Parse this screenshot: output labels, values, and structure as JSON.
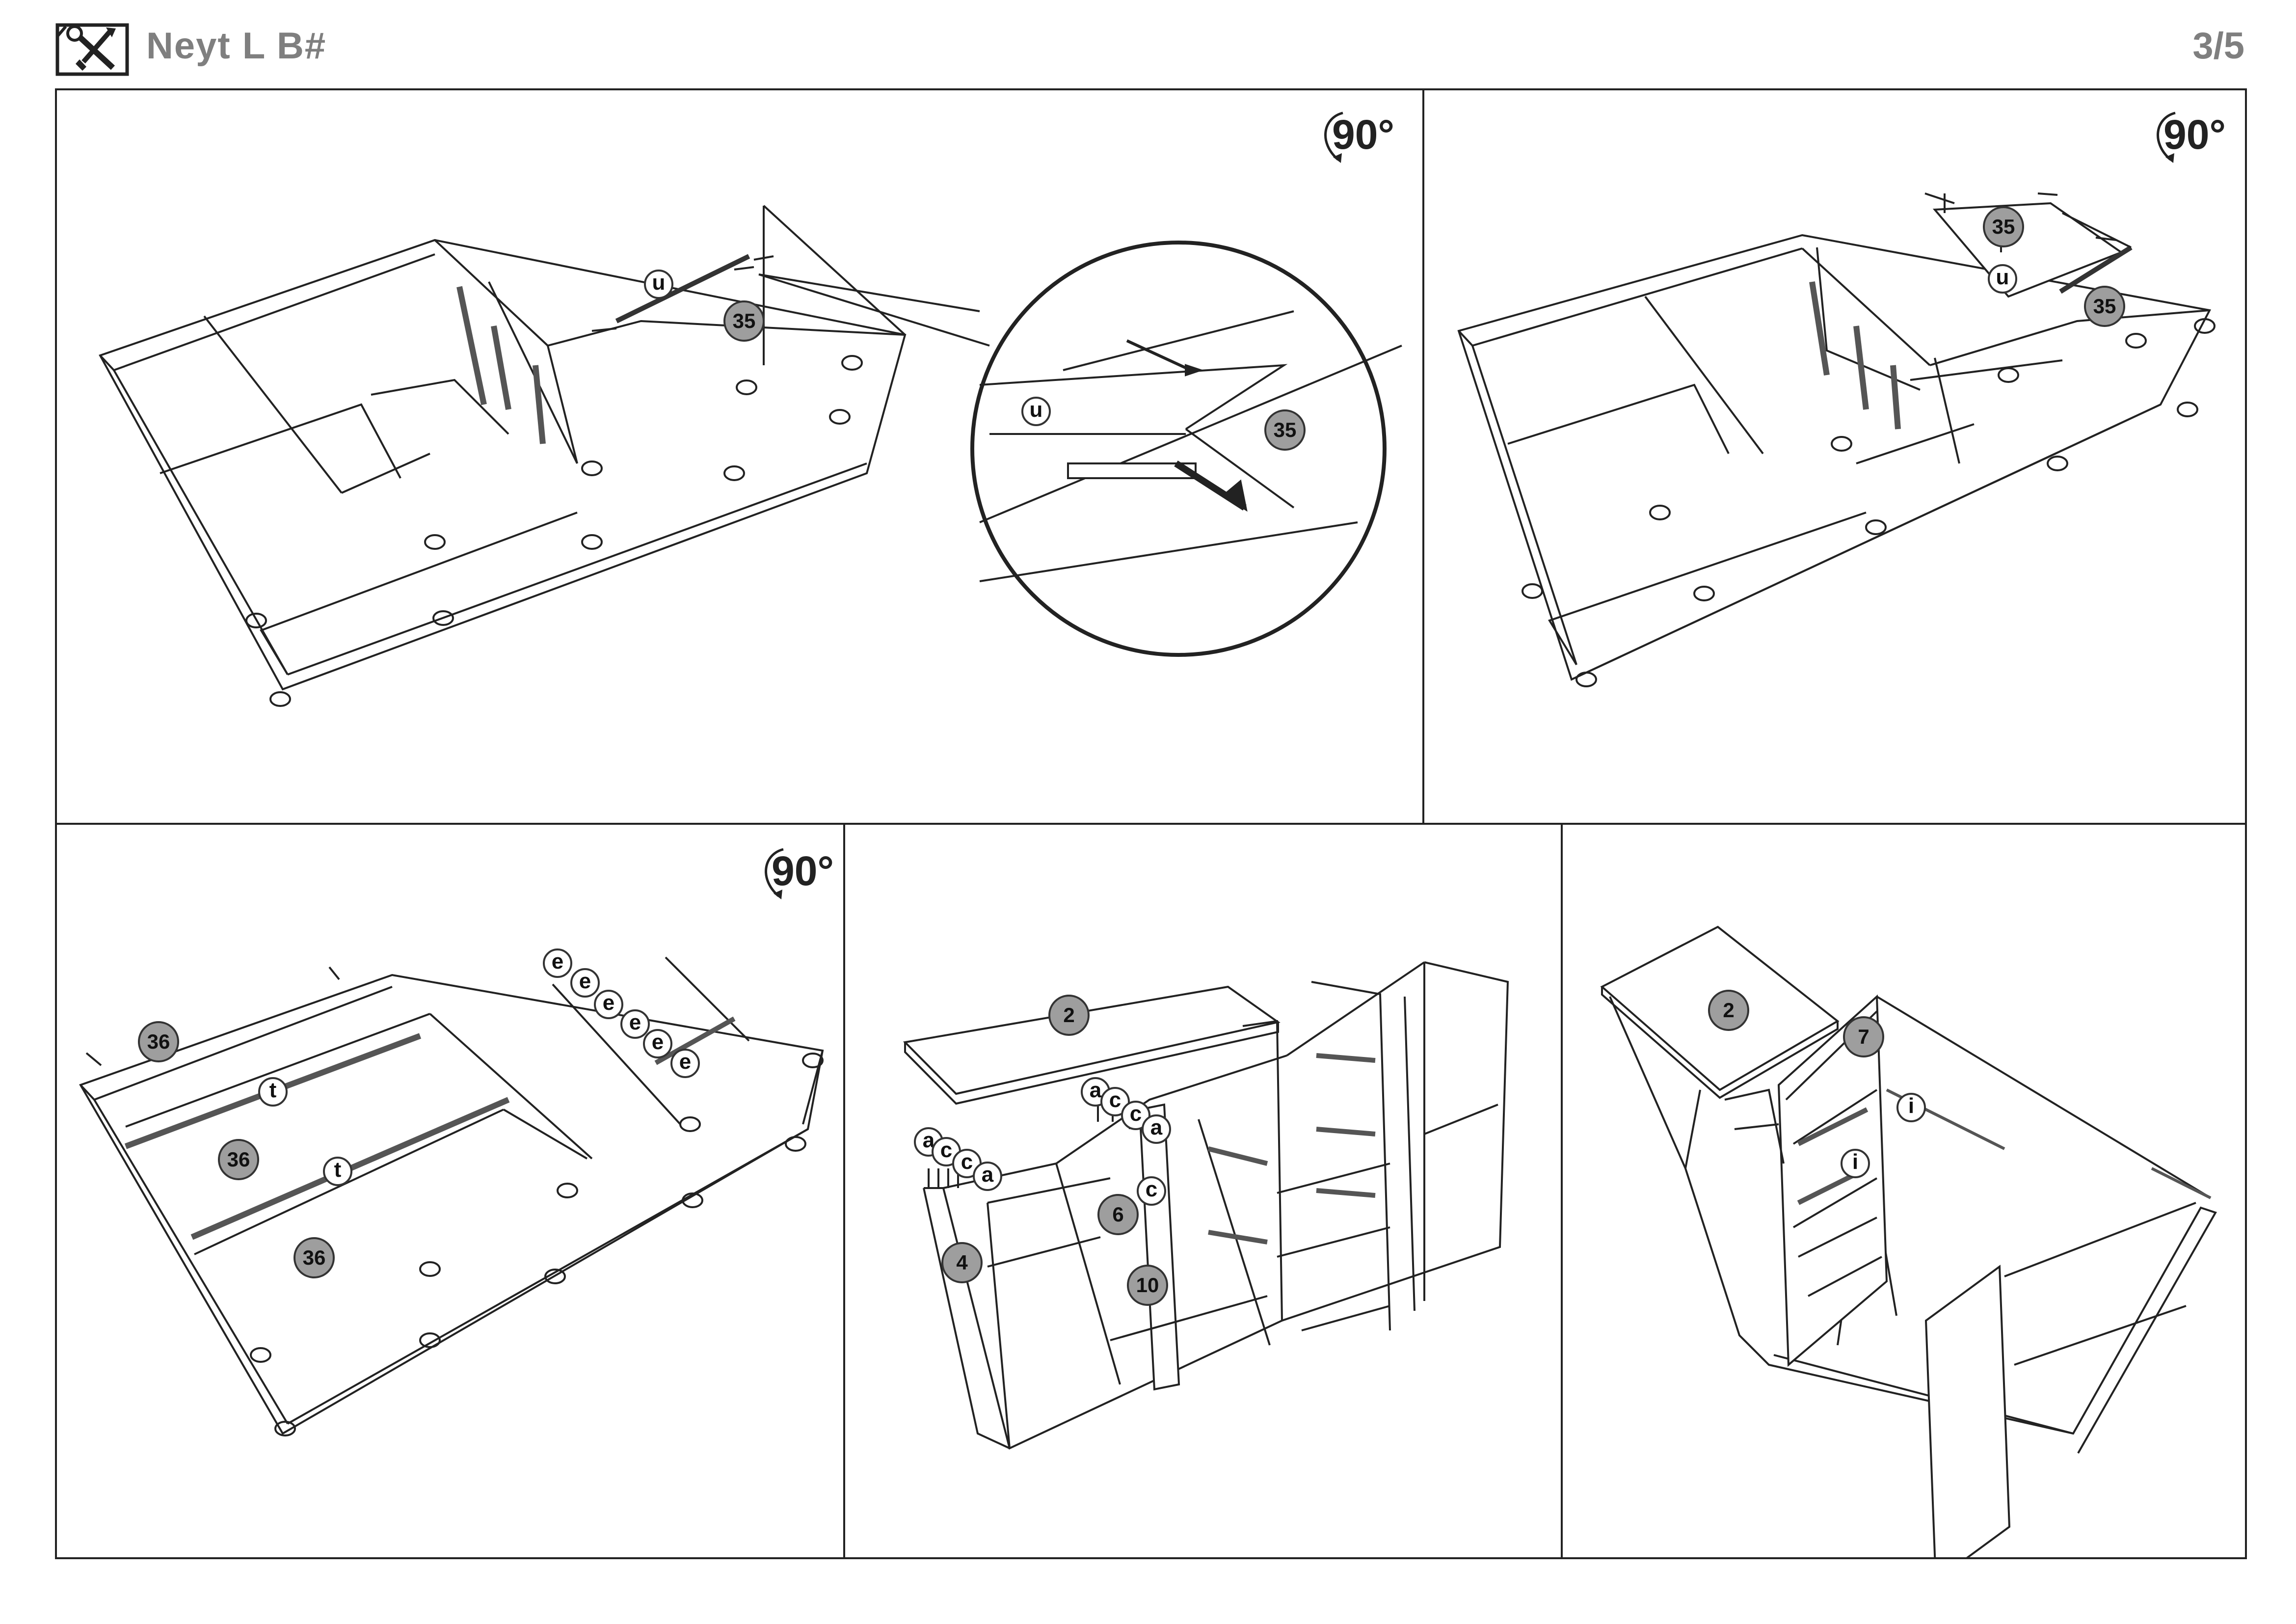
{
  "header": {
    "icon": "tools-icon",
    "title": "Neyt L B#",
    "page": "3/5"
  },
  "steps": [
    {
      "id": "step1",
      "rotation": "90°",
      "labels": {
        "fitting": "u",
        "part": "35",
        "zoom_fitting": "u",
        "zoom_part": "35"
      }
    },
    {
      "id": "step2",
      "rotation": "90°",
      "labels": {
        "part_a": "35",
        "fitting": "u",
        "part_b": "35"
      }
    },
    {
      "id": "step3",
      "rotation": "90°",
      "labels": {
        "part1": "36",
        "part2": "36",
        "part3": "36",
        "fit_t1": "t",
        "fit_t2": "t",
        "fit_e": [
          "e",
          "e",
          "e",
          "e",
          "e",
          "e"
        ]
      }
    },
    {
      "id": "step4",
      "labels": {
        "part_top": "2",
        "part_side": "4",
        "part_mid": "6",
        "part_div": "10",
        "fit_left": [
          "a",
          "c",
          "c",
          "a"
        ],
        "fit_right": [
          "a",
          "c",
          "c",
          "a"
        ],
        "fit_single": "c"
      }
    },
    {
      "id": "step5",
      "labels": {
        "part_top": "2",
        "part_door": "7",
        "fit_i1": "i",
        "fit_i2": "i"
      }
    }
  ]
}
